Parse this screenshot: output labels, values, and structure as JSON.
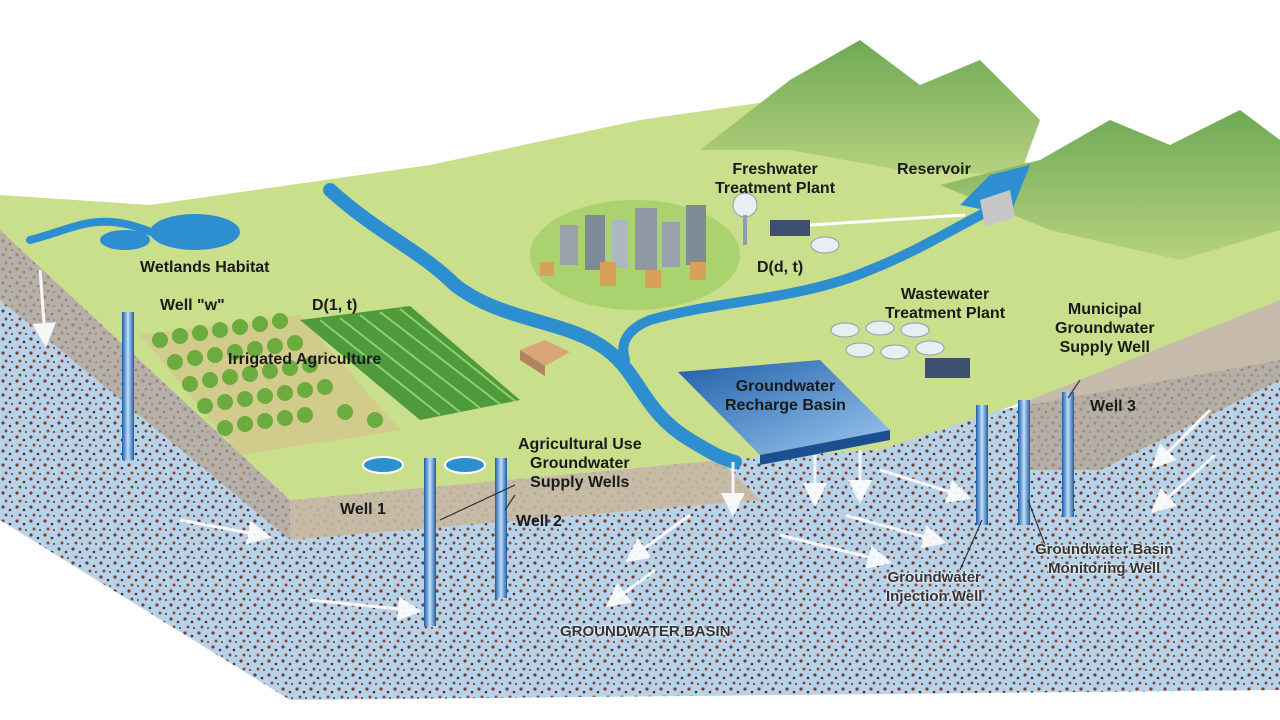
{
  "diagram": {
    "labels": {
      "wetlands": "Wetlands Habitat",
      "well_w": "Well \"w\"",
      "d1t": "D(1, t)",
      "irrigated": "Irrigated Agriculture",
      "freshwater": "Freshwater\nTreatment Plant",
      "reservoir": "Reservoir",
      "ddt": "D(d, t)",
      "wastewater": "Wastewater\nTreatment Plant",
      "municipal": "Municipal\nGroundwater\nSupply Well",
      "recharge": "Groundwater\nRecharge Basin",
      "ag_wells": "Agricultural Use\nGroundwater\nSupply Wells",
      "well1": "Well 1",
      "well2": "Well 2",
      "well3": "Well 3",
      "monitoring": "Groundwater Basin\nMonitoring Well",
      "injection": "Groundwater\nInjection Well",
      "basin": "GROUNDWATER BASIN"
    },
    "colors": {
      "land": "#c9df8c",
      "mountain": "#8fbf6a",
      "water": "#2e8fd0",
      "aquifer": "#b7d3ea",
      "gravel": "#7a3a2e",
      "cliff": "#b3a38f"
    }
  }
}
